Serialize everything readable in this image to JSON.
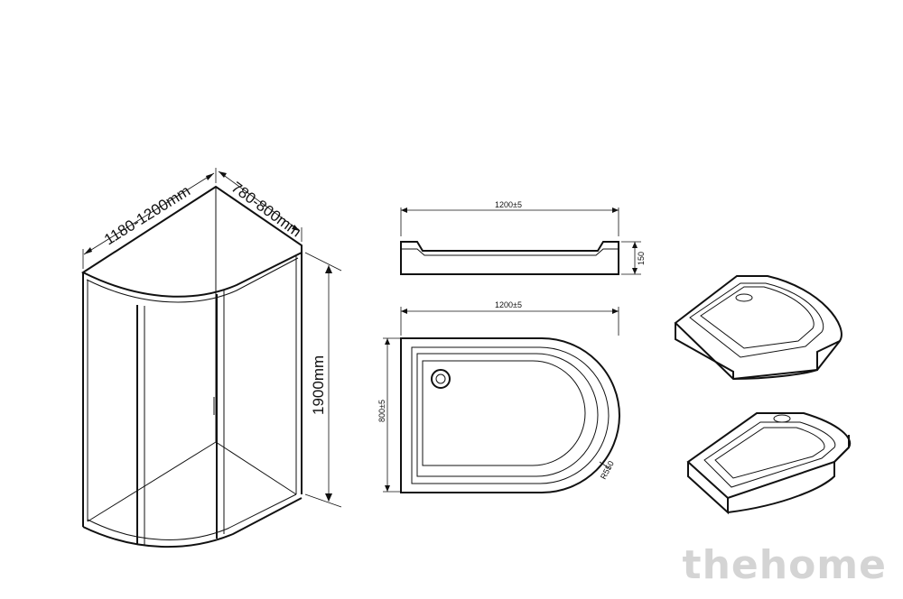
{
  "cabin": {
    "width_label": "1180-1200mm",
    "depth_label": "780-800mm",
    "height_label": "1900mm"
  },
  "tray_side": {
    "length_label": "1200±5",
    "height_label": "150"
  },
  "tray_top": {
    "length_label": "1200±5",
    "width_label": "800±5",
    "radius_label": "R550"
  },
  "watermark": "thehome"
}
